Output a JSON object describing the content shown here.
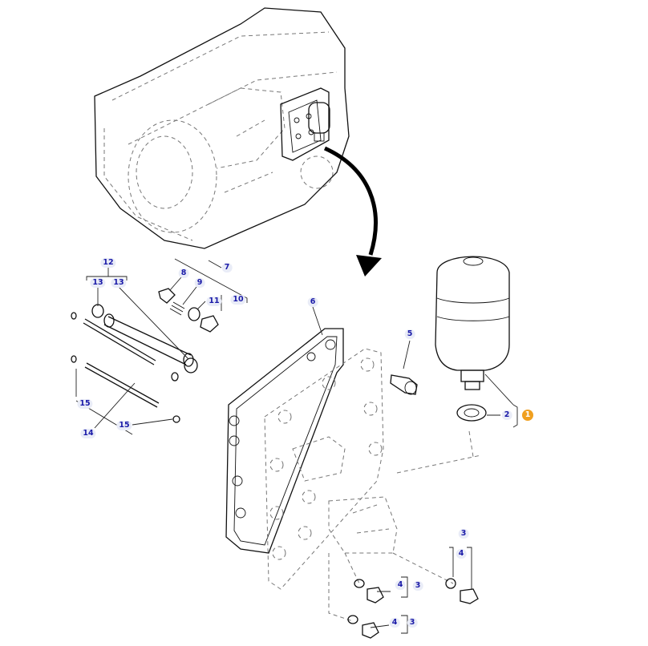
{
  "diagram": {
    "callouts": {
      "c12": "12",
      "c13a": "13",
      "c13b": "13",
      "c7": "7",
      "c8": "8",
      "c9": "9",
      "c11": "11",
      "c10": "10",
      "c6": "6",
      "c5": "5",
      "c15a": "15",
      "c14": "14",
      "c15b": "15",
      "c2": "2",
      "c1": "1",
      "c3a": "3",
      "c4a": "4",
      "c4b": "4",
      "c3b": "3",
      "c4c": "4",
      "c3c": "3"
    },
    "colors": {
      "highlight": "#f0a020",
      "callout_text": "#1a1aa8",
      "line": "#111111"
    }
  }
}
